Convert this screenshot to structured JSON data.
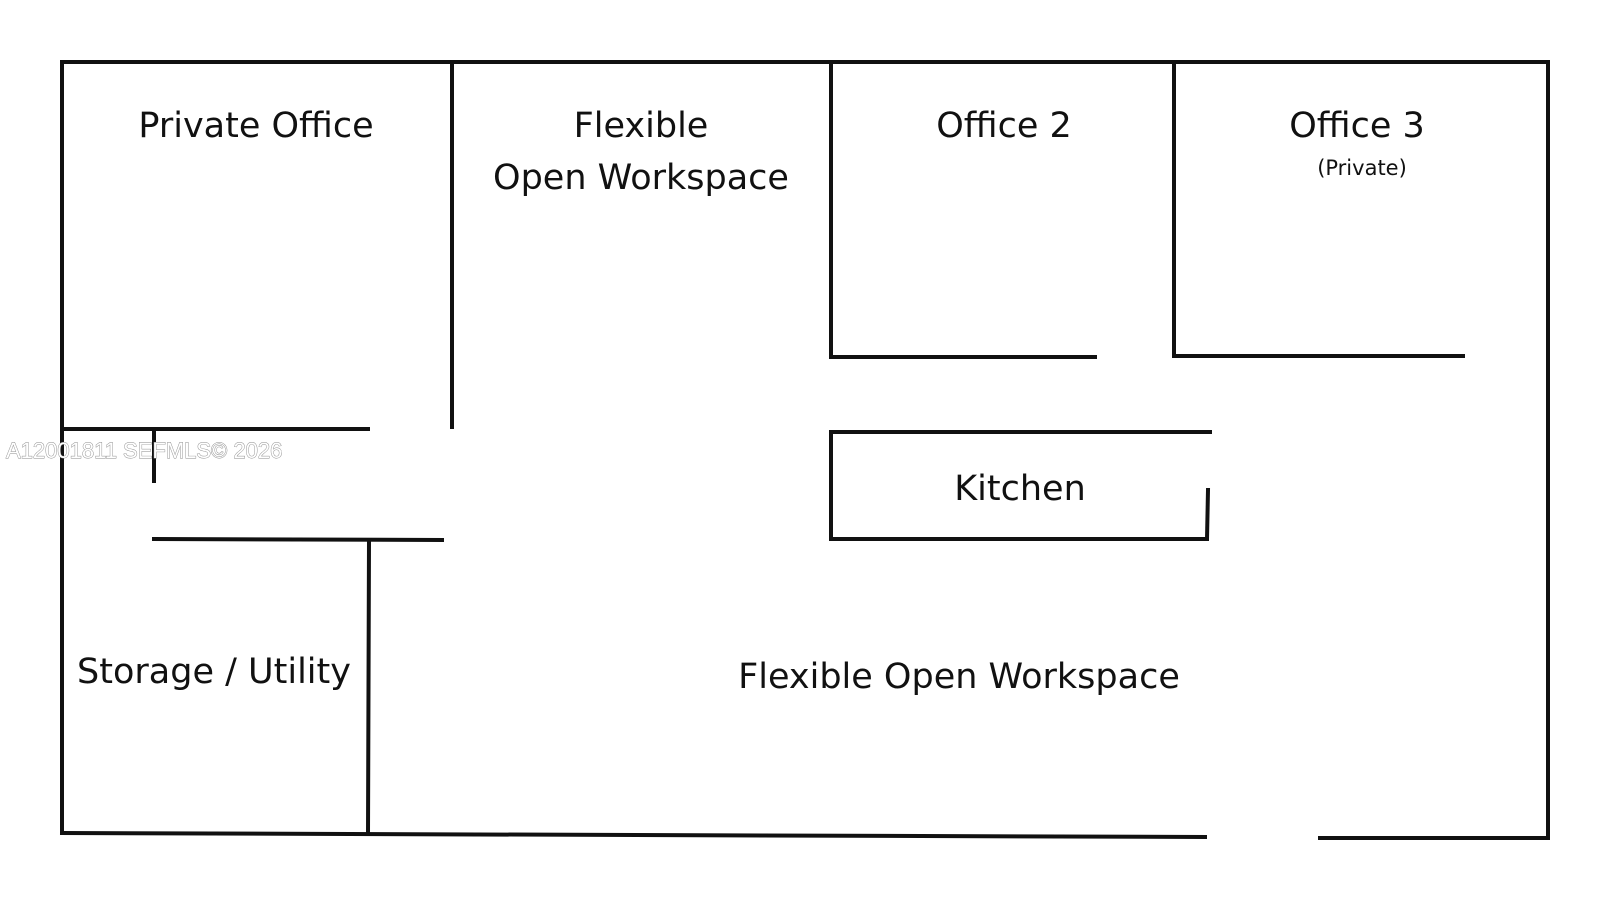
{
  "floorplan": {
    "rooms": {
      "private_office": {
        "label": "Private Office"
      },
      "flexible_top": {
        "label_line1": "Flexible",
        "label_line2": "Open Workspace"
      },
      "office2": {
        "label": "Office 2"
      },
      "office3": {
        "label": "Office 3",
        "sublabel": "(Private)"
      },
      "kitchen": {
        "label": "Kitchen"
      },
      "storage": {
        "label": "Storage / Utility"
      },
      "flexible_bottom": {
        "label": "Flexible Open Workspace"
      }
    },
    "watermark": "A12001811  SEFMLS© 2026",
    "colors": {
      "wall": "#111111",
      "background": "#ffffff",
      "text": "#111111"
    }
  }
}
